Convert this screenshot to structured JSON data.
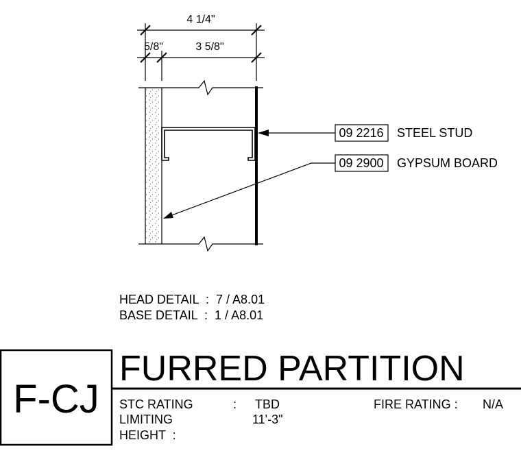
{
  "dimensions": {
    "overall": "4 1/4\"",
    "gypsum": "5/8\"",
    "stud": "3 5/8\""
  },
  "callouts": [
    {
      "code": "09 2216",
      "label": "STEEL STUD"
    },
    {
      "code": "09 2900",
      "label": "GYPSUM BOARD"
    }
  ],
  "details": {
    "head": "HEAD DETAIL  :  7 / A8.01",
    "base": "BASE DETAIL  :  1 / A8.01"
  },
  "tag": "F-CJ",
  "title": "FURRED PARTITION",
  "info": {
    "stc_label": "STC RATING",
    "stc_sep": ":",
    "stc_value": "TBD",
    "fire_label": "FIRE RATING :",
    "fire_value": "N/A",
    "limiting_label_1": "LIMITING",
    "limiting_label_2": "HEIGHT  :",
    "limiting_value": "11'-3\""
  }
}
